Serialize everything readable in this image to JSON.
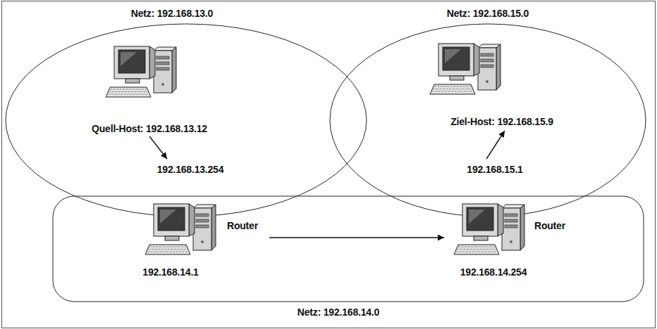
{
  "diagram": {
    "nodes": [
      {
        "text": [
          "Netz: 192.168.13.0"
        ]
      },
      {
        "text": [
          "Netz: 192.168.15.0"
        ]
      },
      {
        "text": [
          "Netz: 192.168.14.0"
        ]
      },
      {
        "text": [
          "Quell-Host: 192.168.13.12"
        ],
        "in": 0
      },
      {
        "text": [
          "Ziel-Host: 192.168.15.9"
        ],
        "in": 1
      },
      {
        "text": [
          "192.168.13.254",
          "Router",
          "192.168.14.1"
        ],
        "in": 2
      },
      {
        "text": [
          "192.168.15.1",
          "Router",
          "192.168.14.254"
        ],
        "in": 2
      }
    ],
    "edges": [
      {
        "from": 3,
        "to": 5,
        "arrow": "to"
      },
      {
        "from": 5,
        "to": 6,
        "arrow": "to"
      },
      {
        "from": 6,
        "to": 4,
        "arrow": "to"
      }
    ]
  }
}
